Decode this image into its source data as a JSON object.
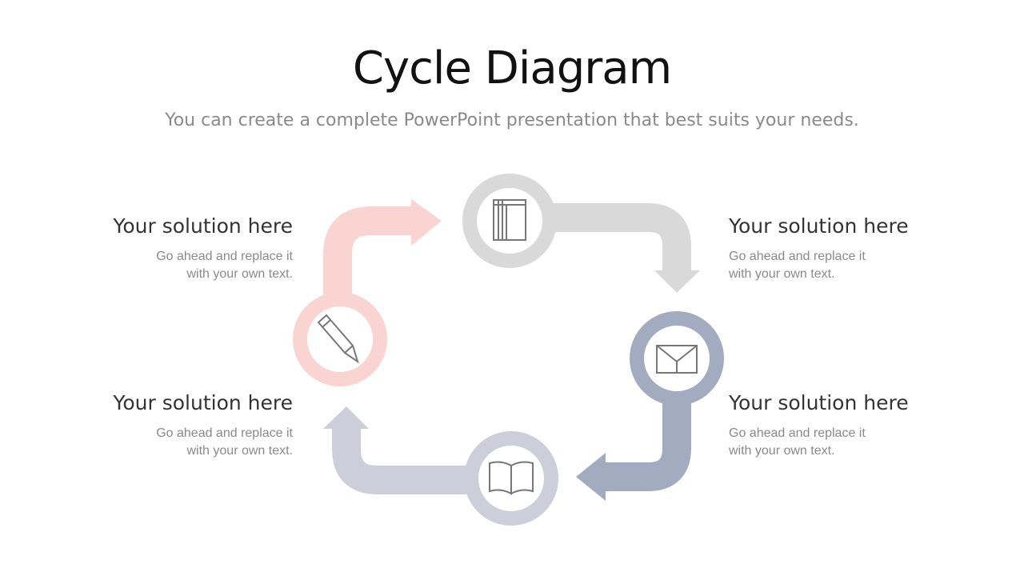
{
  "slide": {
    "title": "Cycle Diagram",
    "subtitle": "You can create a complete PowerPoint presentation that best suits your needs."
  },
  "colors": {
    "pink": "#f9d4d1",
    "light_gray": "#d9d9d9",
    "blue_gray": "#a2abbf",
    "lavender_gray": "#cdced9",
    "icon_stroke": "#777777"
  },
  "steps": [
    {
      "icon": "book-icon",
      "color": "light_gray"
    },
    {
      "icon": "envelope-icon",
      "color": "blue_gray"
    },
    {
      "icon": "open-book-icon",
      "color": "lavender_gray"
    },
    {
      "icon": "pencil-icon",
      "color": "pink"
    }
  ],
  "blocks": {
    "top_left": {
      "heading": "Your solution here",
      "line1": "Go ahead and replace it",
      "line2": "with your own text."
    },
    "bottom_left": {
      "heading": "Your solution here",
      "line1": "Go ahead and replace it",
      "line2": "with your own text."
    },
    "top_right": {
      "heading": "Your solution here",
      "line1": "Go ahead and replace it",
      "line2": "with your own text."
    },
    "bottom_right": {
      "heading": "Your solution here",
      "line1": "Go ahead and replace it",
      "line2": "with your own text."
    }
  }
}
